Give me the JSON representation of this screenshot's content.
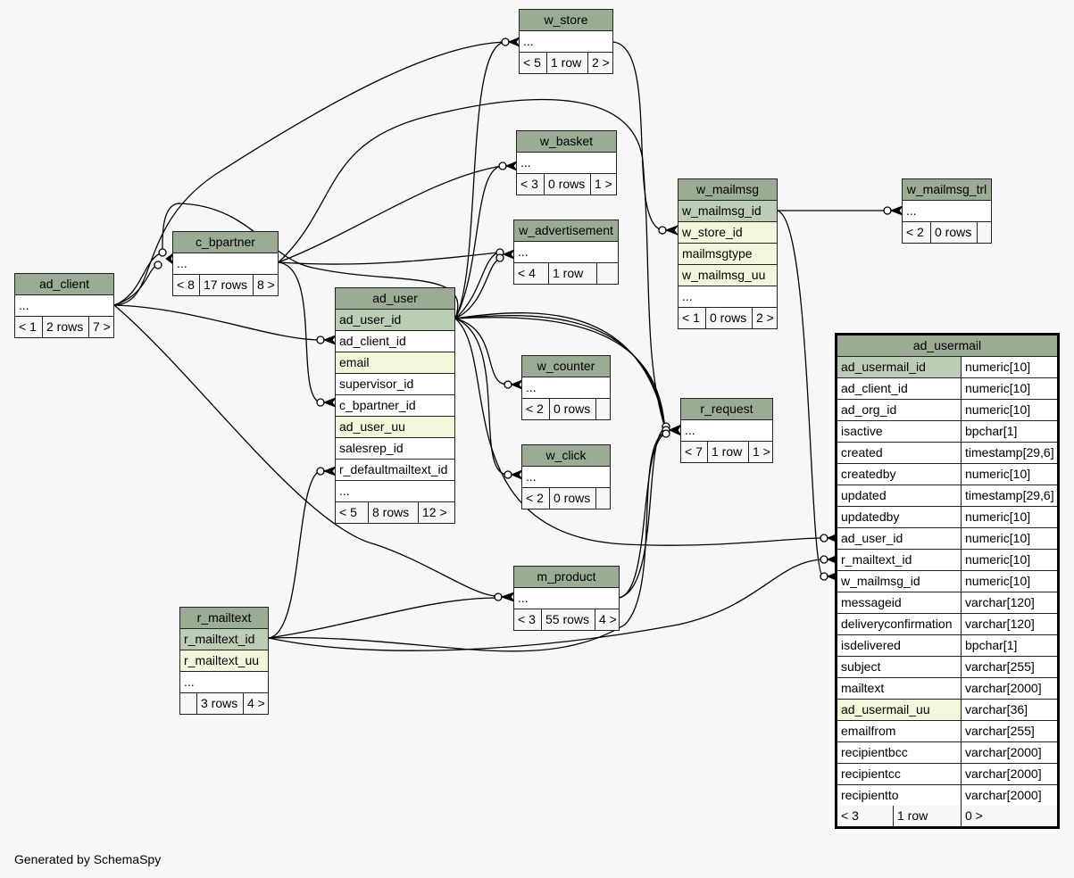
{
  "footer": "Generated by SchemaSpy",
  "tables": {
    "w_store": {
      "name": "w_store",
      "rows": [
        "..."
      ],
      "foot": [
        "< 5",
        "1 row",
        "2 >"
      ]
    },
    "w_basket": {
      "name": "w_basket",
      "rows": [
        "..."
      ],
      "foot": [
        "< 3",
        "0 rows",
        "1 >"
      ]
    },
    "w_advertisement": {
      "name": "w_advertisement",
      "rows": [
        "..."
      ],
      "foot": [
        "< 4",
        "1 row",
        ""
      ]
    },
    "w_mailmsg": {
      "name": "w_mailmsg",
      "rows": [
        "w_mailmsg_id",
        "w_store_id",
        "mailmsgtype",
        "w_mailmsg_uu",
        "..."
      ],
      "foot": [
        "< 1",
        "0 rows",
        "2 >"
      ]
    },
    "w_mailmsg_trl": {
      "name": "w_mailmsg_trl",
      "rows": [
        "..."
      ],
      "foot": [
        "< 2",
        "0 rows",
        ""
      ]
    },
    "c_bpartner": {
      "name": "c_bpartner",
      "rows": [
        "..."
      ],
      "foot": [
        "< 8",
        "17 rows",
        "8 >"
      ]
    },
    "ad_client": {
      "name": "ad_client",
      "rows": [
        "..."
      ],
      "foot": [
        "< 1",
        "2 rows",
        "7 >"
      ]
    },
    "ad_user": {
      "name": "ad_user",
      "rows": [
        "ad_user_id",
        "ad_client_id",
        "email",
        "supervisor_id",
        "c_bpartner_id",
        "ad_user_uu",
        "salesrep_id",
        "r_defaultmailtext_id",
        "..."
      ],
      "foot": [
        "< 5",
        "8 rows",
        "12 >"
      ]
    },
    "w_counter": {
      "name": "w_counter",
      "rows": [
        "..."
      ],
      "foot": [
        "< 2",
        "0 rows",
        ""
      ]
    },
    "w_click": {
      "name": "w_click",
      "rows": [
        "..."
      ],
      "foot": [
        "< 2",
        "0 rows",
        ""
      ]
    },
    "r_request": {
      "name": "r_request",
      "rows": [
        "..."
      ],
      "foot": [
        "< 7",
        "1 row",
        "1 >"
      ]
    },
    "m_product": {
      "name": "m_product",
      "rows": [
        "..."
      ],
      "foot": [
        "< 3",
        "55 rows",
        "4 >"
      ]
    },
    "r_mailtext": {
      "name": "r_mailtext",
      "rows": [
        "r_mailtext_id",
        "r_mailtext_uu",
        "..."
      ],
      "foot": [
        "",
        "3 rows",
        "4 >"
      ]
    },
    "ad_usermail": {
      "name": "ad_usermail",
      "columns": [
        {
          "name": "ad_usermail_id",
          "type": "numeric[10]"
        },
        {
          "name": "ad_client_id",
          "type": "numeric[10]"
        },
        {
          "name": "ad_org_id",
          "type": "numeric[10]"
        },
        {
          "name": "isactive",
          "type": "bpchar[1]"
        },
        {
          "name": "created",
          "type": "timestamp[29,6]"
        },
        {
          "name": "createdby",
          "type": "numeric[10]"
        },
        {
          "name": "updated",
          "type": "timestamp[29,6]"
        },
        {
          "name": "updatedby",
          "type": "numeric[10]"
        },
        {
          "name": "ad_user_id",
          "type": "numeric[10]"
        },
        {
          "name": "r_mailtext_id",
          "type": "numeric[10]"
        },
        {
          "name": "w_mailmsg_id",
          "type": "numeric[10]"
        },
        {
          "name": "messageid",
          "type": "varchar[120]"
        },
        {
          "name": "deliveryconfirmation",
          "type": "varchar[120]"
        },
        {
          "name": "isdelivered",
          "type": "bpchar[1]"
        },
        {
          "name": "subject",
          "type": "varchar[255]"
        },
        {
          "name": "mailtext",
          "type": "varchar[2000]"
        },
        {
          "name": "ad_usermail_uu",
          "type": "varchar[36]"
        },
        {
          "name": "emailfrom",
          "type": "varchar[255]"
        },
        {
          "name": "recipientbcc",
          "type": "varchar[2000]"
        },
        {
          "name": "recipientcc",
          "type": "varchar[2000]"
        },
        {
          "name": "recipientto",
          "type": "varchar[2000]"
        }
      ],
      "foot": [
        "< 3",
        "1 row",
        "0 >"
      ]
    }
  }
}
